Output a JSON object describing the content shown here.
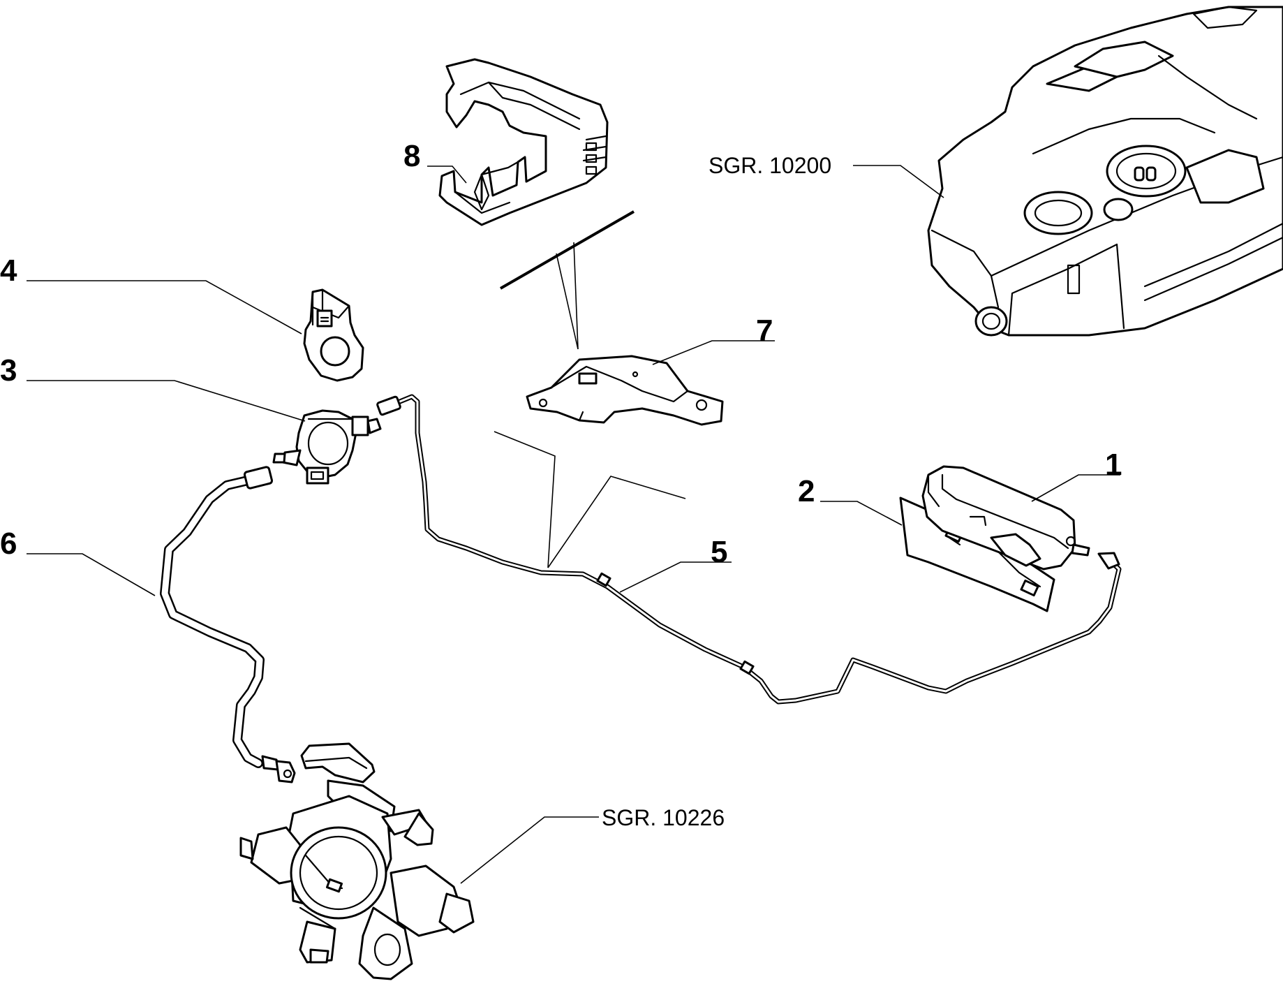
{
  "callouts": {
    "c1": "1",
    "c2": "2",
    "c3": "3",
    "c4": "4",
    "c5": "5",
    "c6": "6",
    "c7": "7",
    "c8": "8"
  },
  "references": {
    "fuel_tank": "SGR. 10200",
    "throttle_body": "SGR. 10226"
  },
  "colors": {
    "line": "#000000",
    "background": "#ffffff"
  }
}
